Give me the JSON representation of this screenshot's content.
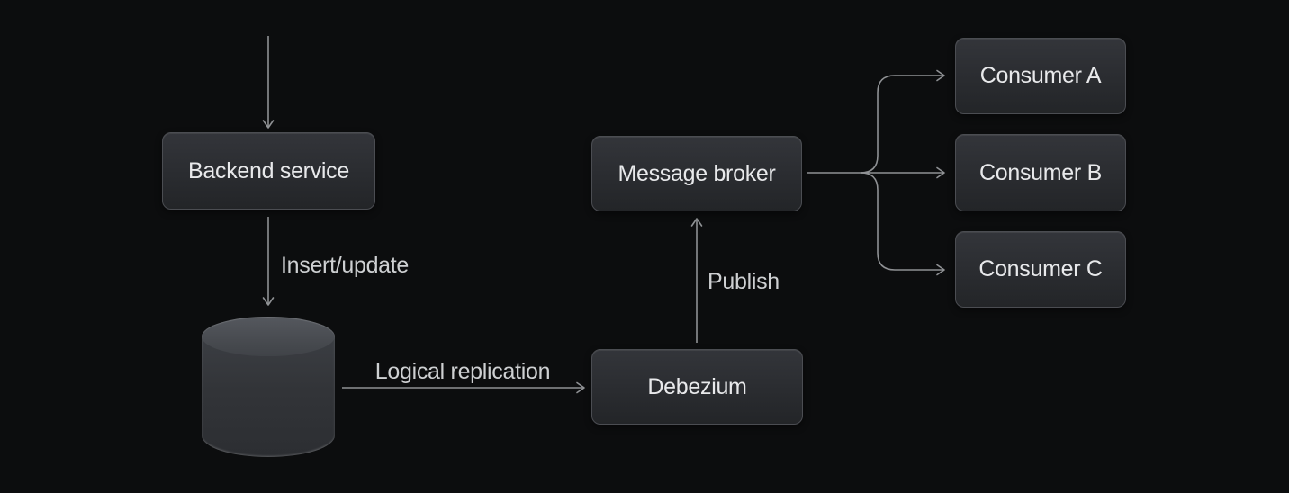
{
  "diagram": {
    "title": "Change data capture pipeline diagram",
    "background": "#0c0d0e",
    "line_color": "#8f9194",
    "node_fill_top": "#33353a",
    "node_fill_bottom": "#232528",
    "node_border": "#4b4d52",
    "node_text_color": "#e8e9eb",
    "edge_label_color": "#ced0d2"
  },
  "nodes": {
    "backend": {
      "label": "Backend service"
    },
    "database": {
      "icon": "database-cylinder"
    },
    "message_broker": {
      "label": "Message broker"
    },
    "debezium": {
      "label": "Debezium"
    },
    "consumer_a": {
      "label": "Consumer A"
    },
    "consumer_b": {
      "label": "Consumer B"
    },
    "consumer_c": {
      "label": "Consumer C"
    }
  },
  "edges": {
    "insert_update_label": "Insert/update",
    "logical_replication_label": "Logical replication",
    "publish_label": "Publish"
  }
}
